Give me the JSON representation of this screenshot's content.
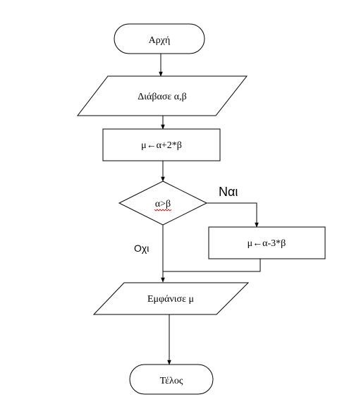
{
  "flowchart": {
    "start": "Αρχή",
    "read": "Διάβασε α,β",
    "assign1": "μ←α+2*β",
    "condition": "α>β",
    "yes_label": "Ναι",
    "no_label": "Οχι",
    "assign2": "μ←α-3*β",
    "output": "Εμφάνισε μ",
    "end": "Τέλος"
  }
}
